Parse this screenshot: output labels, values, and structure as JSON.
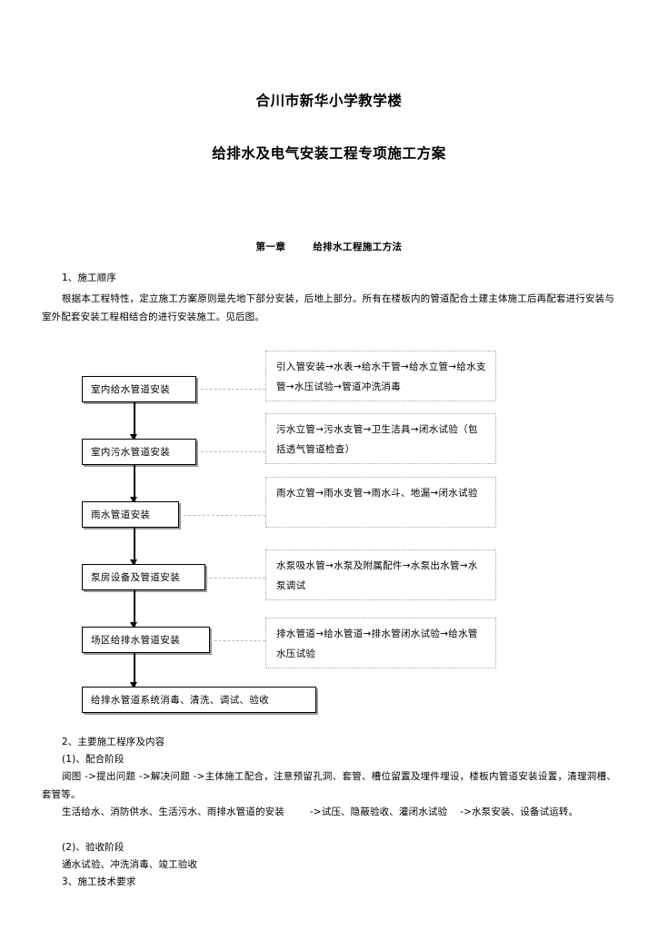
{
  "document": {
    "title_line1": "合川市新华小学教学楼",
    "title_line2": "给排水及电气安装工程专项施工方案",
    "chapter": {
      "number": "第一章",
      "name": "给排水工程施工方法"
    }
  },
  "section1": {
    "heading": "1、施工顺序",
    "body": "根据本工程特性，定立施工方案原则是先地下部分安装，后地上部分。所有在楼板内的管道配合土建主体施工后再配套进行安装与室外配套安装工程相结合的进行安装施工。见后图。"
  },
  "flowchart": {
    "type": "flow-diagram",
    "steps": [
      {
        "id": "indoor-water-supply",
        "label": "室内给水管道安装",
        "detail": "引入管安装→水表→给水干管→给水立管→给水支管→水压试验→管道冲洗消毒"
      },
      {
        "id": "indoor-sewage",
        "label": "室内污水管道安装",
        "detail": "污水立管→污水支管→卫生洁具→闭水试验（包括透气管道检查）"
      },
      {
        "id": "rainwater",
        "label": "雨水管道安装",
        "detail": "雨水立管→雨水支管→雨水斗、地漏→闭水试验"
      },
      {
        "id": "pump-room",
        "label": "泵房设备及管道安装",
        "detail": "水泵吸水管→水泵及附属配件→水泵出水管→水泵调试"
      },
      {
        "id": "site-area",
        "label": "场区给排水管道安装",
        "detail": "排水管道→给水管道→排水管闭水试验→给水管水压试验"
      },
      {
        "id": "final-acceptance",
        "label": "给排水管道系统消毒、清洗、调试、验收",
        "detail": ""
      }
    ]
  },
  "section2": {
    "heading": "2、主要施工程序及内容",
    "sub1": "(1)、配合阶段",
    "body1": "阅图 ->提出问题 ->解决问题 ->主体施工配合，注意预留孔洞、套管、槽位留置及埋件埋设，楼板内管道安装设置，清理洞槽、套管等。",
    "body2": "生活给水、消防供水、生活污水、雨排水管道的安装        ->试压、隐蔽验收、灌闭水试验    ->水泵安装、设备试运转。",
    "sub2": "(2)、验收阶段",
    "body3": "通水试验、冲洗消毒、竣工验收"
  },
  "section3": {
    "heading": "3、施工技术要求"
  },
  "colors": {
    "text": "#000000",
    "box_border": "#000000",
    "box_shadow": "#9a9a9a",
    "annotation_border": "#a9a9a9",
    "connector": "#bdbdbd",
    "background": "#ffffff"
  }
}
